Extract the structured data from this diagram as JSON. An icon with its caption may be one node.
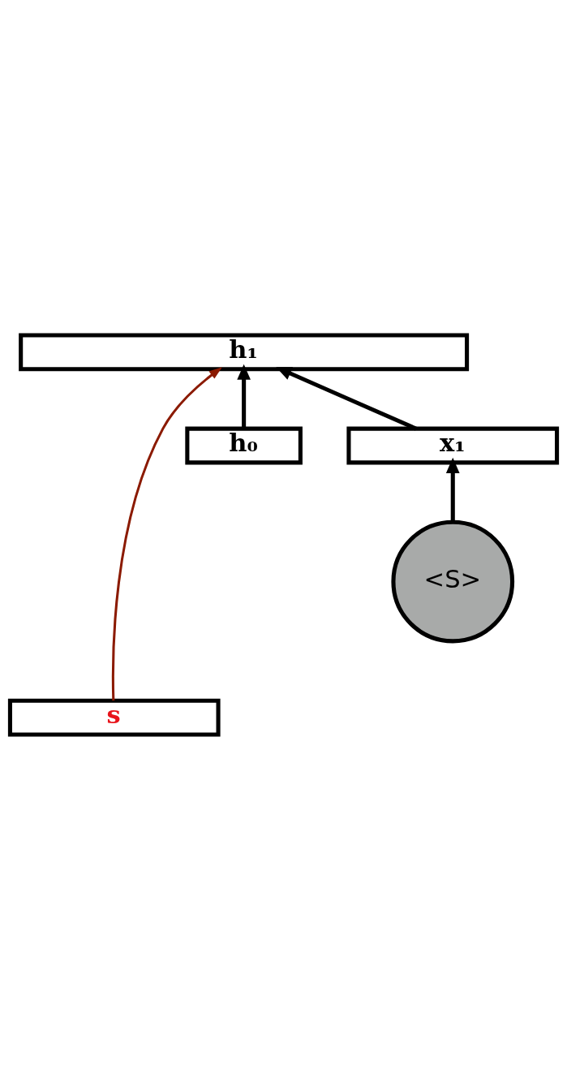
{
  "diagram": {
    "nodes": [
      {
        "text": [
          "s"
        ]
      },
      {
        "text": [
          "h₁"
        ]
      },
      {
        "text": [
          "h₀"
        ]
      },
      {
        "text": [
          "x₁"
        ]
      },
      {
        "text": [
          "<S>"
        ]
      }
    ],
    "edges": [
      {
        "from": 0,
        "to": 1,
        "arrow": "to",
        "color": "#8b1a00"
      },
      {
        "from": 2,
        "to": 1,
        "arrow": "to"
      },
      {
        "from": 3,
        "to": 1,
        "arrow": "to"
      },
      {
        "from": 4,
        "to": 3,
        "arrow": "to"
      }
    ]
  }
}
